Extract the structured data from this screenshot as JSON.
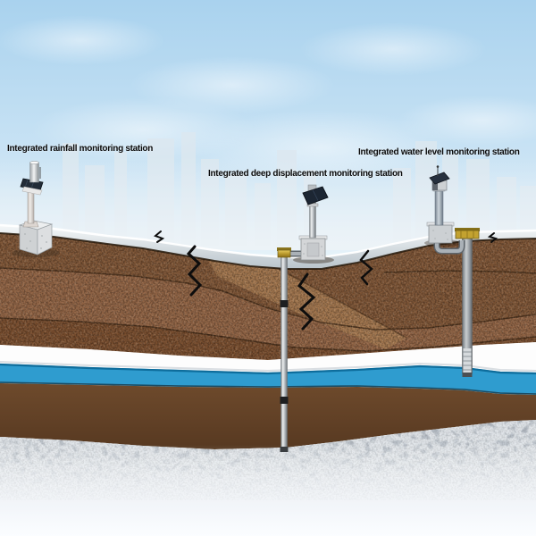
{
  "meta": {
    "description": "Geological cross-section illustration of three integrated monitoring stations installed above a subsiding urban aquifer",
    "scene": "city skyline, subsided ground surface with cracks, layered soil strata, white aquitard, blue aquifer, deep gravel layer"
  },
  "stations": [
    {
      "id": "rainfall",
      "label": "Integrated rainfall monitoring station"
    },
    {
      "id": "deep_displacement",
      "label": "Integrated deep displacement monitoring station"
    },
    {
      "id": "water_level",
      "label": "Integrated water level monitoring station"
    }
  ],
  "colors": {
    "sky_top": "#a9d2ee",
    "sky_bottom": "#e3f1f9",
    "skyline": "#dde8f0",
    "pavement_light": "#f5f8f9",
    "pavement_dark": "#b9c4cb",
    "soil_base": "#7d5435",
    "soil_mid": "#8f6243",
    "soil_dark": "#774c2d",
    "soil_tan": "#a57950",
    "soil_deep": "#64412a",
    "aquitard_white": "#fdfdfd",
    "aquifer_blue": "#2f9ccf",
    "aquifer_edge": "#0e6d9c",
    "gravel": "#b8bfc7",
    "crack": "#0d0d0d",
    "well_cap_gold": "#c3a230",
    "label_text": "#0a0a0a"
  }
}
